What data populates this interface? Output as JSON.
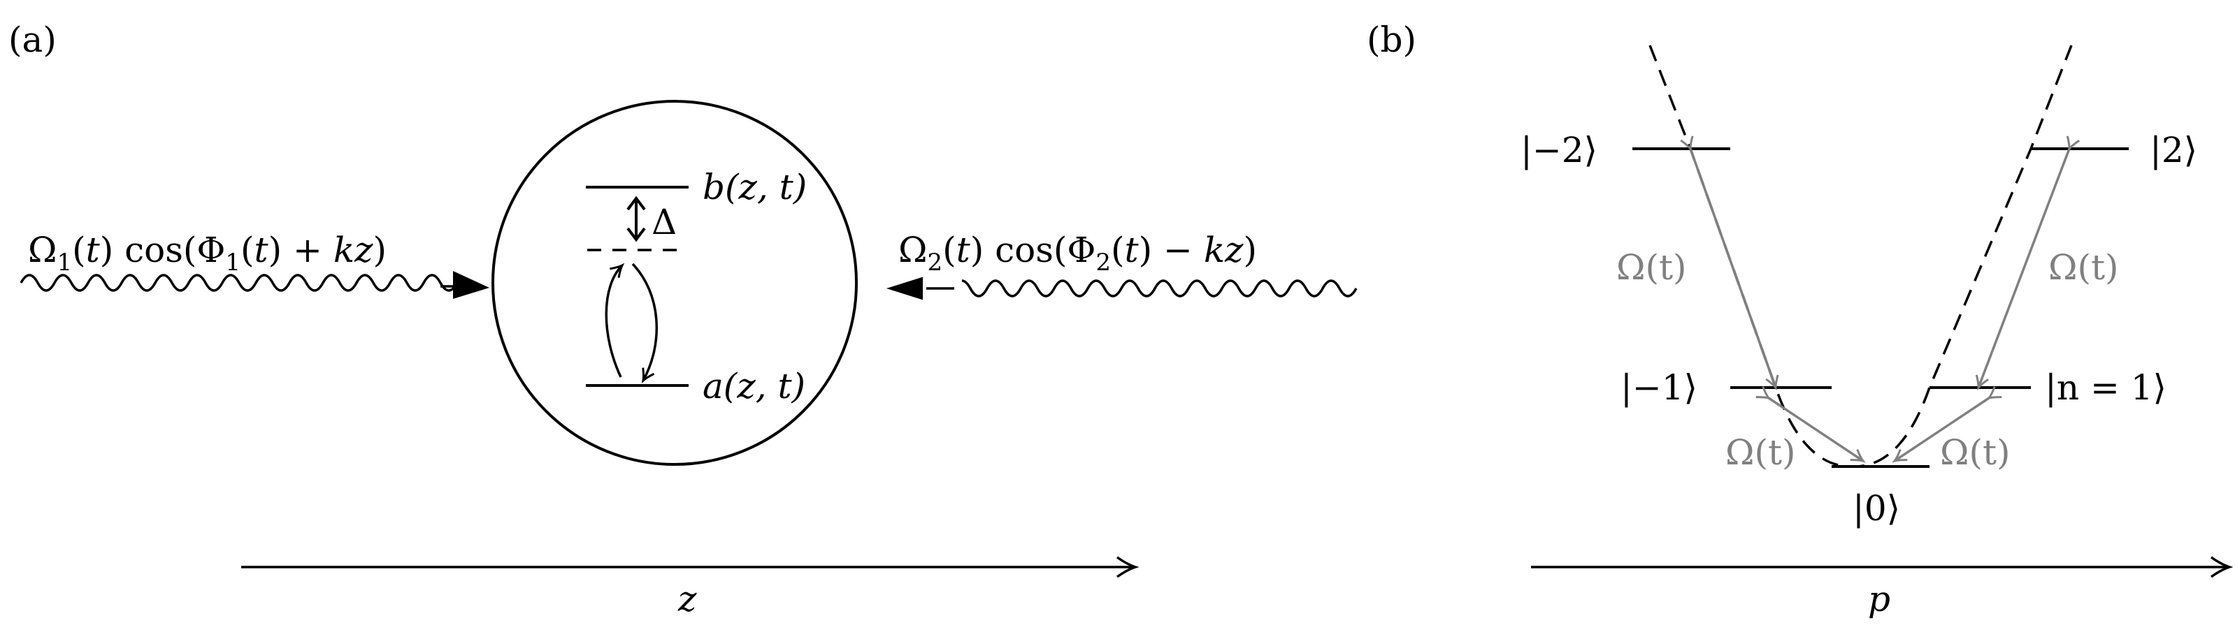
{
  "panel_a": {
    "label": "(a)",
    "axis_label": "z",
    "beam_left": {
      "parts": [
        "Ω",
        "1",
        "(",
        "t",
        ") cos(Φ",
        "1",
        "(",
        "t",
        ") + ",
        "kz",
        ")"
      ]
    },
    "beam_right": {
      "parts": [
        "Ω",
        "2",
        "(",
        "t",
        ") cos(Φ",
        "2",
        "(",
        "t",
        ") − ",
        "kz",
        ")"
      ]
    },
    "level_upper": "b(z, t)",
    "level_lower": "a(z, t)",
    "detuning": "Δ"
  },
  "panel_b": {
    "label": "(b)",
    "axis_label": "p",
    "states": {
      "minus2": "|−2⟩",
      "plus2": "|2⟩",
      "minus1": "|−1⟩",
      "plus1": "|n = 1⟩",
      "zero": "|0⟩"
    },
    "coupling_label": "Ω(t)"
  },
  "colors": {
    "ink": "#000000",
    "coupling": "#808080"
  }
}
